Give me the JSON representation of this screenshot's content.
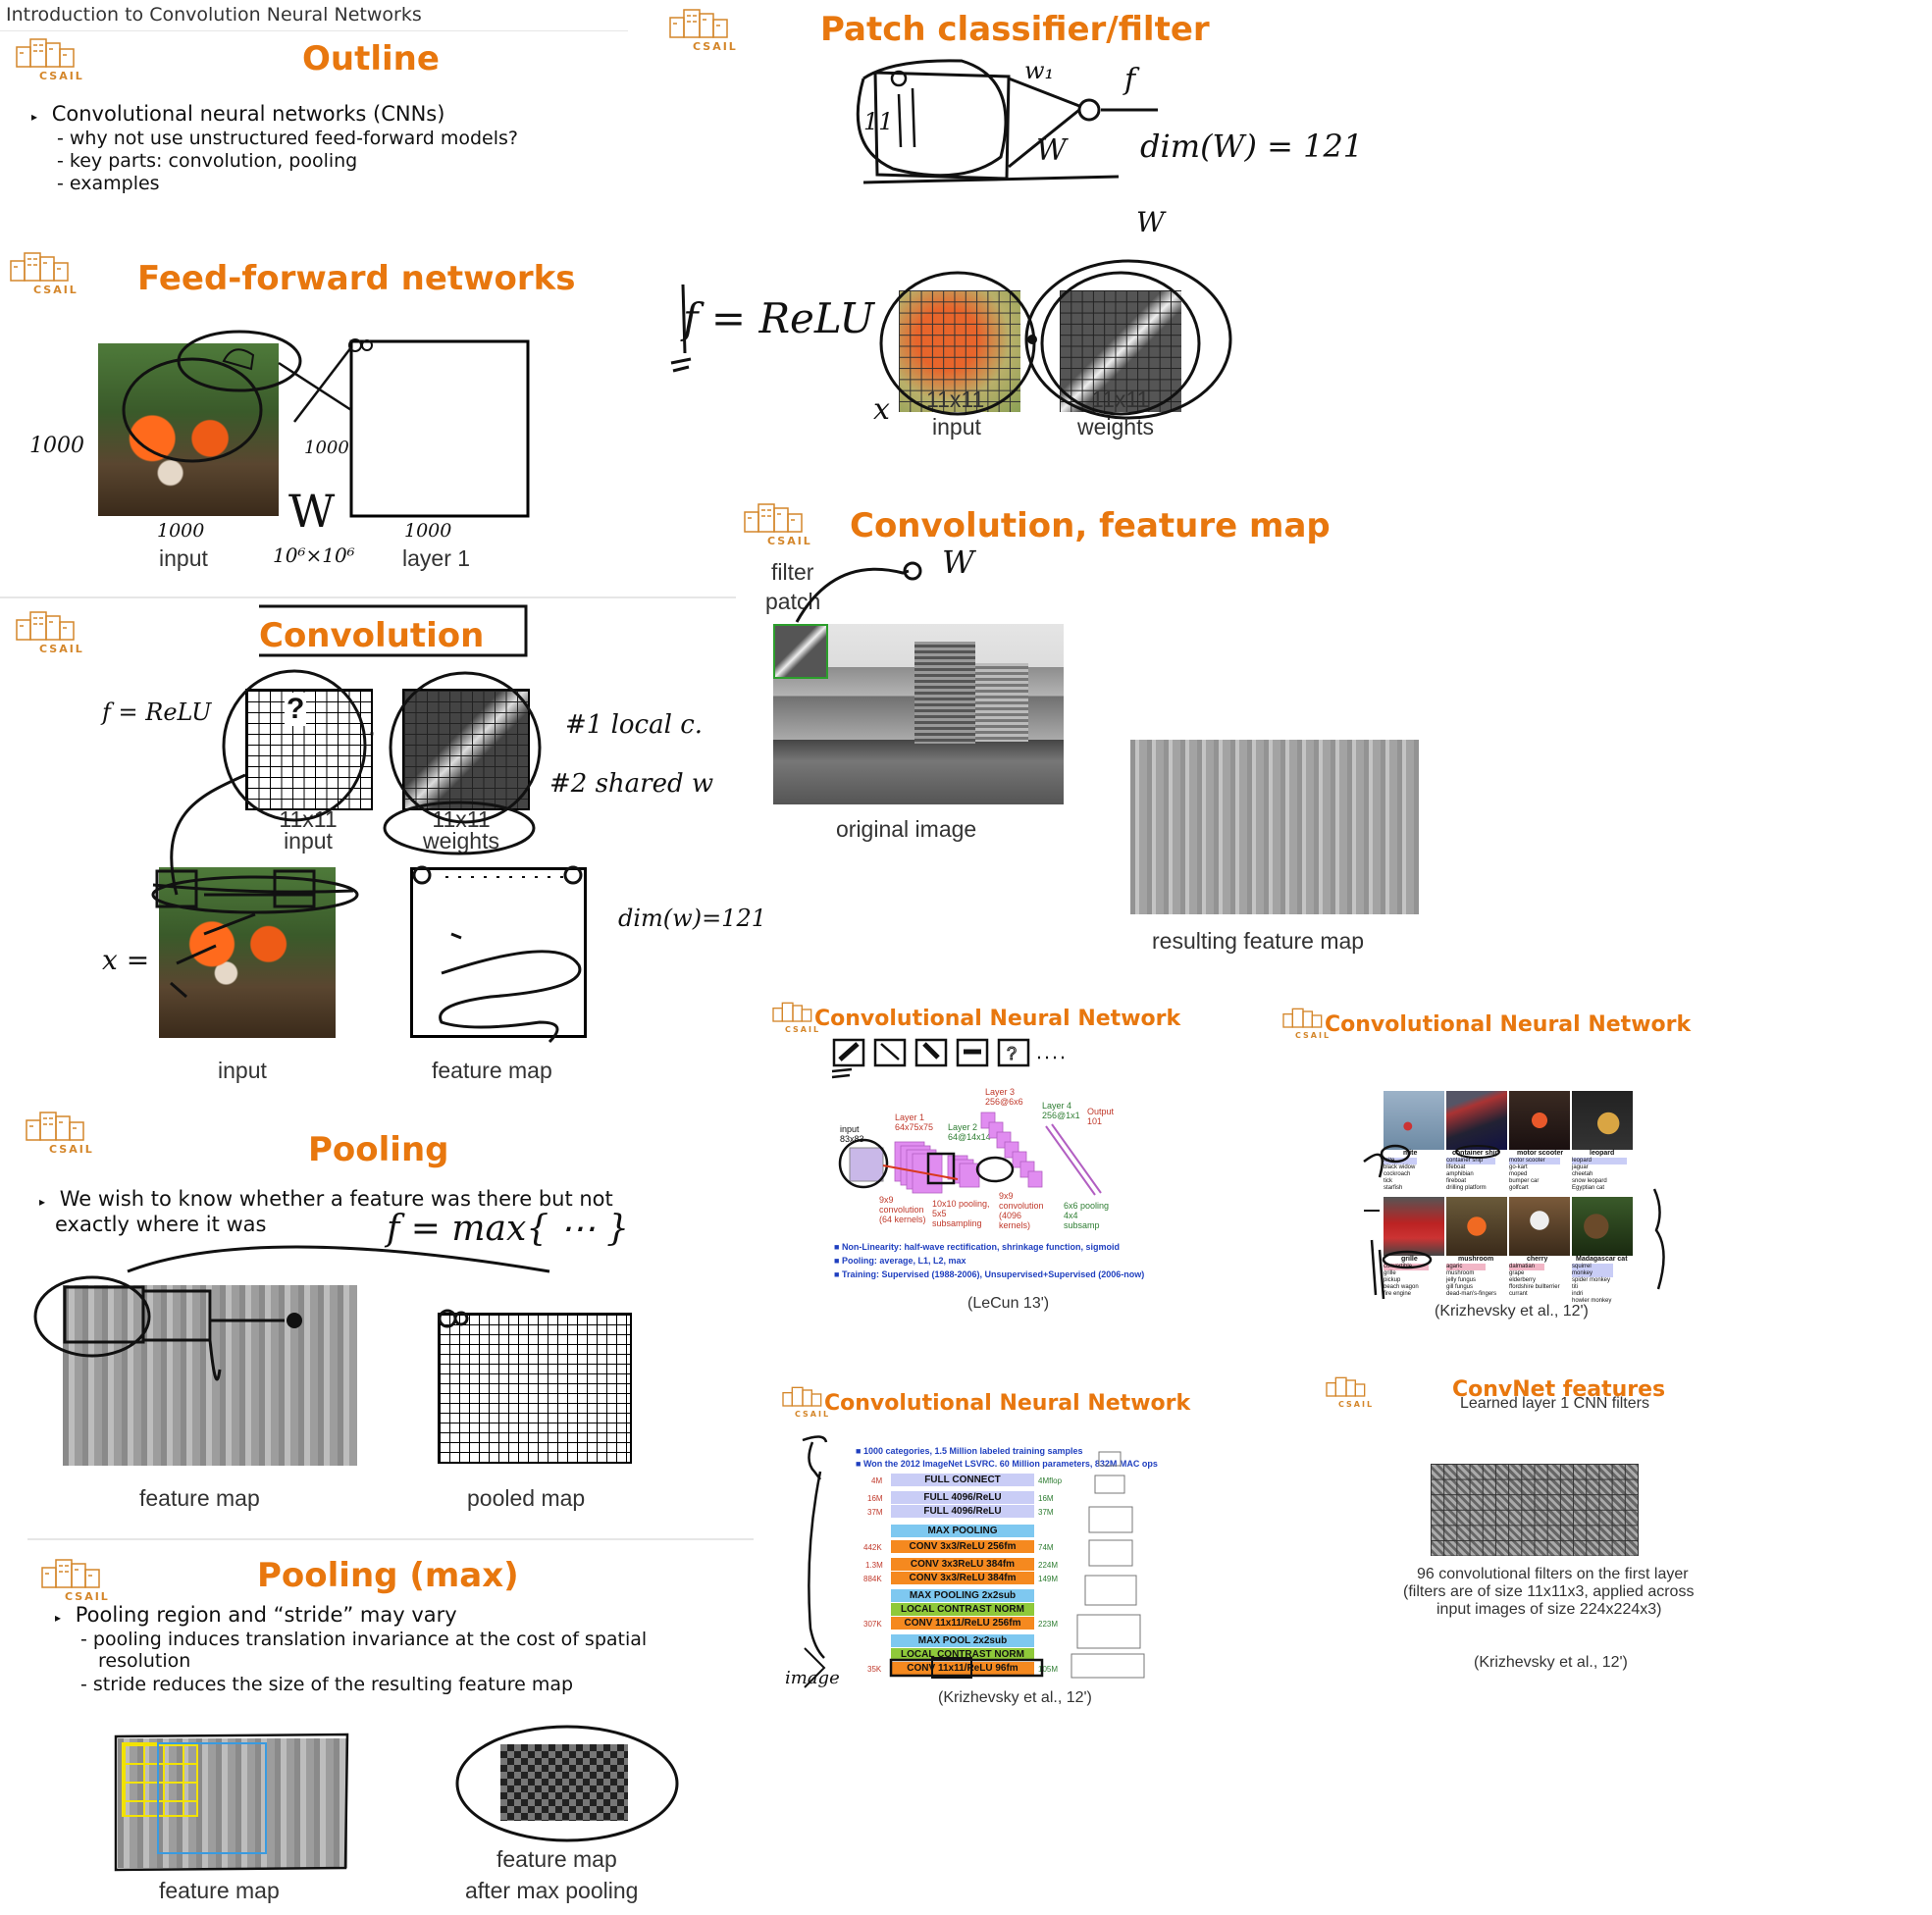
{
  "doc_title": "Introduction to Convolution Neural Networks",
  "logo": {
    "text": "CSAIL"
  },
  "slides": {
    "outline": {
      "title": "Outline",
      "bullet": "Convolutional neural networks (CNNs)",
      "subs": [
        "- why not use unstructured feed-forward models?",
        "- key parts: convolution, pooling",
        "- examples"
      ]
    },
    "feedforward": {
      "title": "Feed-forward networks",
      "caption_input": "input",
      "caption_layer": "layer 1",
      "hw_1000a": "1000",
      "hw_1000b": "1000",
      "hw_1000c": "1000",
      "hw_1000d": "1000",
      "hw_W": "W",
      "hw_size": "10⁶×10⁶"
    },
    "convolution": {
      "title": "Convolution",
      "formula": "f = ReLU",
      "label_input": "11x11 input",
      "label_weights": "11x11 weights",
      "caption_input": "input",
      "caption_map": "feature map",
      "hw_local": "#1 local c.",
      "hw_shared": "#2 shared w",
      "hw_dim": "dim(w)=121",
      "hw_x": "x ="
    },
    "pooling": {
      "title": "Pooling",
      "bullet1": "We wish to know whether a feature was there but not",
      "bullet2": "exactly where it was",
      "hw_formula": "f = max{ ⋯ }",
      "caption_map": "feature map",
      "caption_pooled": "pooled map"
    },
    "pooling_max": {
      "title": "Pooling (max)",
      "bullet": "Pooling region and “stride” may vary",
      "sub1": "- pooling induces translation invariance at the cost of spatial",
      "sub1b": "resolution",
      "sub2": "- stride reduces the size of the resulting feature map",
      "caption_map": "feature map",
      "caption_after1": "feature map",
      "caption_after2": "after max pooling"
    },
    "patch": {
      "title": "Patch classifier/filter",
      "formula": "f = ReLU",
      "label_input_size": "11x11",
      "label_input": "input",
      "label_weights_size": "11x11",
      "label_weights": "weights",
      "hw_w1": "w₁",
      "hw_f": "f",
      "hw_W": "W",
      "hw_dim": "dim(W) = 121",
      "hw_W2": "W",
      "hw_x": "x",
      "hw_11": "11"
    },
    "feature_map": {
      "title": "Convolution, feature map",
      "label_filter1": "filter",
      "label_filter2": "patch",
      "hw_W": "W",
      "caption_original": "original image",
      "caption_result": "resulting feature map"
    },
    "cnn_lecun": {
      "title": "Convolutional Neural Network",
      "layers": [
        "input 83x83",
        "Layer 1 64x75x75",
        "Layer 2 64@14x14",
        "Layer 3 256@6x6",
        "Layer 4 256@1x1",
        "Output 101"
      ],
      "ops": [
        "9x9 convolution (64 kernels)",
        "10x10 pooling, 5x5 subsampling",
        "9x9 convolution (4096 kernels)",
        "6x6 pooling 4x4 subsamp"
      ],
      "notes": [
        "Non-Linearity: half-wave rectification, shrinkage function, sigmoid",
        "Pooling: average, L1, L2, max",
        "Training: Supervised (1988-2006), Unsupervised+Supervised (2006-now)"
      ],
      "citation": "(LeCun 13')"
    },
    "cnn_krizhevsky_images": {
      "title": "Convolutional Neural Network",
      "top_labels": [
        "mite",
        "container ship",
        "motor scooter",
        "leopard"
      ],
      "top_lists": [
        [
          "mite",
          "black widow",
          "cockroach",
          "tick",
          "starfish"
        ],
        [
          "container ship",
          "lifeboat",
          "amphibian",
          "fireboat",
          "drilling platform"
        ],
        [
          "motor scooter",
          "go-kart",
          "moped",
          "bumper car",
          "golfcart"
        ],
        [
          "leopard",
          "jaguar",
          "cheetah",
          "snow leopard",
          "Egyptian cat"
        ]
      ],
      "bottom_labels": [
        "grille",
        "mushroom",
        "cherry",
        "Madagascar cat"
      ],
      "bottom_lists": [
        [
          "convertible",
          "grille",
          "pickup",
          "beach wagon",
          "fire engine"
        ],
        [
          "agaric",
          "mushroom",
          "jelly fungus",
          "gill fungus",
          "dead-man's-fingers"
        ],
        [
          "dalmatian",
          "grape",
          "elderberry",
          "ffordshire bullterrier",
          "currant"
        ],
        [
          "squirrel monkey",
          "spider monkey",
          "titi",
          "indri",
          "howler monkey"
        ]
      ],
      "citation": "(Krizhevsky et al., 12')"
    },
    "cnn_arch": {
      "title": "Convolutional Neural Network",
      "header1": "1000 categories, 1.5 Million labeled training samples",
      "header2": "Won the 2012 ImageNet LSVRC. 60 Million parameters, 832M MAC ops",
      "rows": [
        {
          "params": "4M",
          "label": "FULL CONNECT",
          "ops": "4Mflop",
          "color": "#c9cdf6"
        },
        {
          "params": "16M",
          "label": "FULL 4096/ReLU",
          "ops": "16M",
          "color": "#c9cdf6"
        },
        {
          "params": "37M",
          "label": "FULL 4096/ReLU",
          "ops": "37M",
          "color": "#c9cdf6"
        },
        {
          "params": "",
          "label": "MAX POOLING",
          "ops": "",
          "color": "#7ec8f0"
        },
        {
          "params": "442K",
          "label": "CONV 3x3/ReLU 256fm",
          "ops": "74M",
          "color": "#f5891f"
        },
        {
          "params": "1.3M",
          "label": "CONV 3x3ReLU 384fm",
          "ops": "224M",
          "color": "#f5891f"
        },
        {
          "params": "884K",
          "label": "CONV 3x3/ReLU 384fm",
          "ops": "149M",
          "color": "#f5891f"
        },
        {
          "params": "",
          "label": "MAX POOLING 2x2sub",
          "ops": "",
          "color": "#7ec8f0"
        },
        {
          "params": "",
          "label": "LOCAL CONTRAST NORM",
          "ops": "",
          "color": "#8fc93a"
        },
        {
          "params": "307K",
          "label": "CONV 11x11/ReLU 256fm",
          "ops": "223M",
          "color": "#f5891f"
        },
        {
          "params": "",
          "label": "MAX POOL 2x2sub",
          "ops": "",
          "color": "#7ec8f0"
        },
        {
          "params": "",
          "label": "LOCAL CONTRAST NORM",
          "ops": "",
          "color": "#8fc93a"
        },
        {
          "params": "35K",
          "label": "CONV 11x11/ReLU 96fm",
          "ops": "105M",
          "color": "#f5891f"
        }
      ],
      "hw_image": "image",
      "citation": "(Krizhevsky et al., 12')"
    },
    "convnet_features": {
      "title": "ConvNet features",
      "subtitle": "Learned layer 1 CNN filters",
      "caption1": "96 convolutional filters on the first layer",
      "caption2": "(filters are of size 11x11x3, applied across",
      "caption3": "input images of size 224x224x3)",
      "citation": "(Krizhevsky et al., 12')"
    }
  },
  "colors": {
    "title_orange": "#e8770e",
    "logo_orange": "#d4862a",
    "conv_orange": "#f5891f",
    "pool_blue": "#7ec8f0",
    "norm_green": "#8fc93a",
    "full_lavender": "#c9cdf6"
  }
}
